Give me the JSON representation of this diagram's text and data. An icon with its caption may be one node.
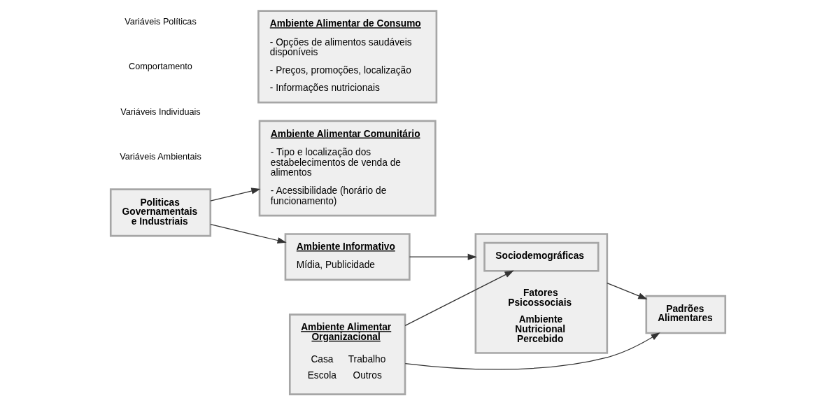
{
  "diagram": {
    "nodes": [
      {
        "text": [
          "Politicas Governamentais e Industriais"
        ]
      },
      {
        "text": [
          "Ambiente Alimentar Comunitário",
          "- Tipo e localização dos estabelecimentos de venda de alimentos",
          "- Acessibilidade (horário de funcionamento)"
        ]
      },
      {
        "text": [
          "Ambiente Alimentar Organizacional",
          "Casa",
          "Trabalho",
          "Escola",
          "Outros"
        ]
      },
      {
        "text": [
          "Ambiente Alimentar de Consumo",
          "- Opções de alimentos saudáveis disponíveis",
          "- Preços, promoções, localização",
          "- Informações nutricionais"
        ]
      },
      {
        "text": [
          "Ambiente Informativo",
          "Mídia, Publicidade"
        ]
      },
      {
        "text": [
          "Fatores Psicossociais",
          "Ambiente Nutricional Percebido"
        ]
      },
      {
        "text": [
          "Sociodemográficas"
        ],
        "in": 5
      },
      {
        "text": [
          "Padrões Alimentares"
        ]
      }
    ],
    "edges": [
      {
        "from": 0,
        "to": 1,
        "arrow": "to"
      },
      {
        "from": 0,
        "to": 4,
        "arrow": "to"
      },
      {
        "from": 2,
        "to": 6,
        "arrow": "to"
      },
      {
        "from": 2,
        "to": 7,
        "arrow": "to"
      },
      {
        "from": 4,
        "to": 5,
        "arrow": "to"
      },
      {
        "from": 5,
        "to": 7,
        "arrow": "to"
      }
    ],
    "labels": [
      "Variáveis Ambientais",
      "Variáveis Individuais",
      "Comportamento",
      "Variáveis Políticas"
    ]
  }
}
